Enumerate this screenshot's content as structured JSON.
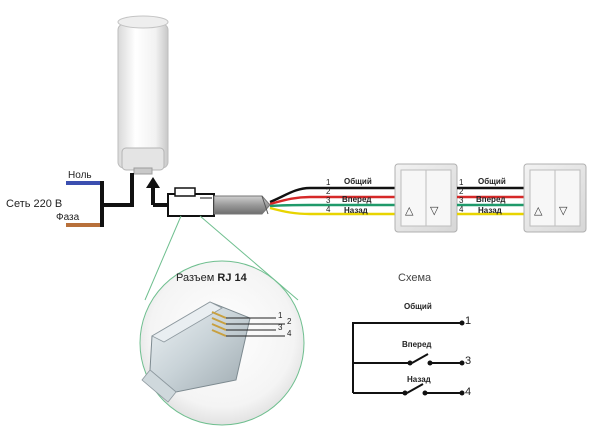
{
  "power": {
    "label": "Сеть 220 В",
    "neutral_label": "Ноль",
    "phase_label": "Фаза",
    "neutral_color": "#3b4fb0",
    "phase_color": "#b8703a"
  },
  "wires": {
    "w1": {
      "num": "1",
      "name": "Общий",
      "color": "#111111"
    },
    "w2": {
      "num": "2",
      "name": "",
      "color": "#d62828"
    },
    "w3": {
      "num": "3",
      "name": "Вперед",
      "color": "#1f9a6a"
    },
    "w4": {
      "num": "4",
      "name": "Назад",
      "color": "#e8d400"
    }
  },
  "connector": {
    "title_prefix": "Разъем",
    "title_model": "RJ 14",
    "pins": [
      "1",
      "2",
      "3",
      "4"
    ]
  },
  "schema": {
    "title": "Схема",
    "common_label": "Общий",
    "forward_label": "Вперед",
    "back_label": "Назад",
    "t1": "1",
    "t3": "3",
    "t4": "4"
  },
  "switch_panel": {
    "up_symbol": "△",
    "down_symbol": "▽"
  }
}
